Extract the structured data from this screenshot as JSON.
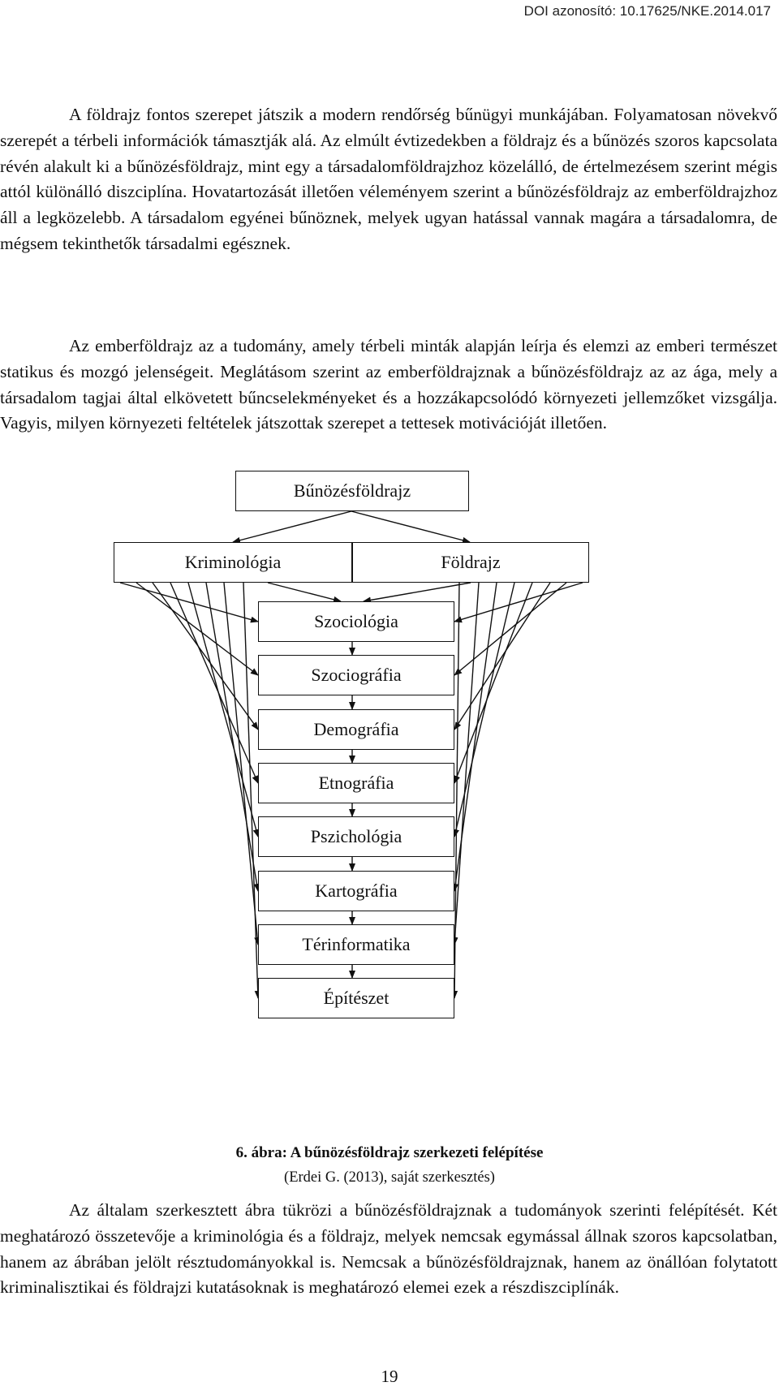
{
  "header": {
    "doi": "DOI azonosító: 10.17625/NKE.2014.017"
  },
  "paragraphs": [
    "A földrajz fontos szerepet játszik a modern rendőrség bűnügyi munkájában. Folyamatosan növekvő szerepét a térbeli információk támasztják alá. Az elmúlt évtizedekben a földrajz és a bűnözés szoros kapcsolata révén alakult ki a bűnözésföldrajz, mint egy a társadalomföldrajzhoz közelálló, de értelmezésem szerint mégis attól különálló diszciplína. Hovatartozását illetően véleményem szerint a bűnözésföldrajz az emberföldrajzhoz áll a legközelebb. A társadalom egyénei bűnöznek, melyek ugyan hatással vannak magára a társadalomra, de mégsem tekinthetők társadalmi egésznek.",
    "Az emberföldrajz az a tudomány, amely térbeli minták alapján leírja és elemzi az emberi természet statikus és mozgó jelenségeit. Meglátásom szerint az emberföldrajznak a bűnözésföldrajz az az ága, mely a társadalom tagjai által elkövetett bűncselekményeket és a hozzákapcsolódó környezeti jellemzőket vizsgálja. Vagyis, milyen környezeti feltételek játszottak szerepet a tettesek motivációját illetően.",
    "Az általam szerkesztett ábra tükrözi a bűnözésföldrajznak a tudományok szerinti felépítését. Két meghatározó összetevője a kriminológia és a földrajz, melyek nemcsak egymással állnak szoros kapcsolatban, hanem az ábrában jelölt résztudományokkal is. Nemcsak a bűnözésföldrajznak, hanem az önállóan folytatott kriminalisztikai és földrajzi kutatásoknak is meghatározó elemei ezek a részdiszciplínák."
  ],
  "diagram": {
    "top": "Bűnözésföldrajz",
    "left": "Kriminológia",
    "right": "Földrajz",
    "stack": [
      "Szociológia",
      "Szociográfia",
      "Demográfia",
      "Etnográfia",
      "Pszichológia",
      "Kartográfia",
      "Térinformatika",
      "Építészet"
    ]
  },
  "caption": {
    "title": "6. ábra: A bűnözésföldrajz szerkezeti felépítése",
    "source": "(Erdei G. (2013), saját szerkesztés)"
  },
  "page_number": "19"
}
